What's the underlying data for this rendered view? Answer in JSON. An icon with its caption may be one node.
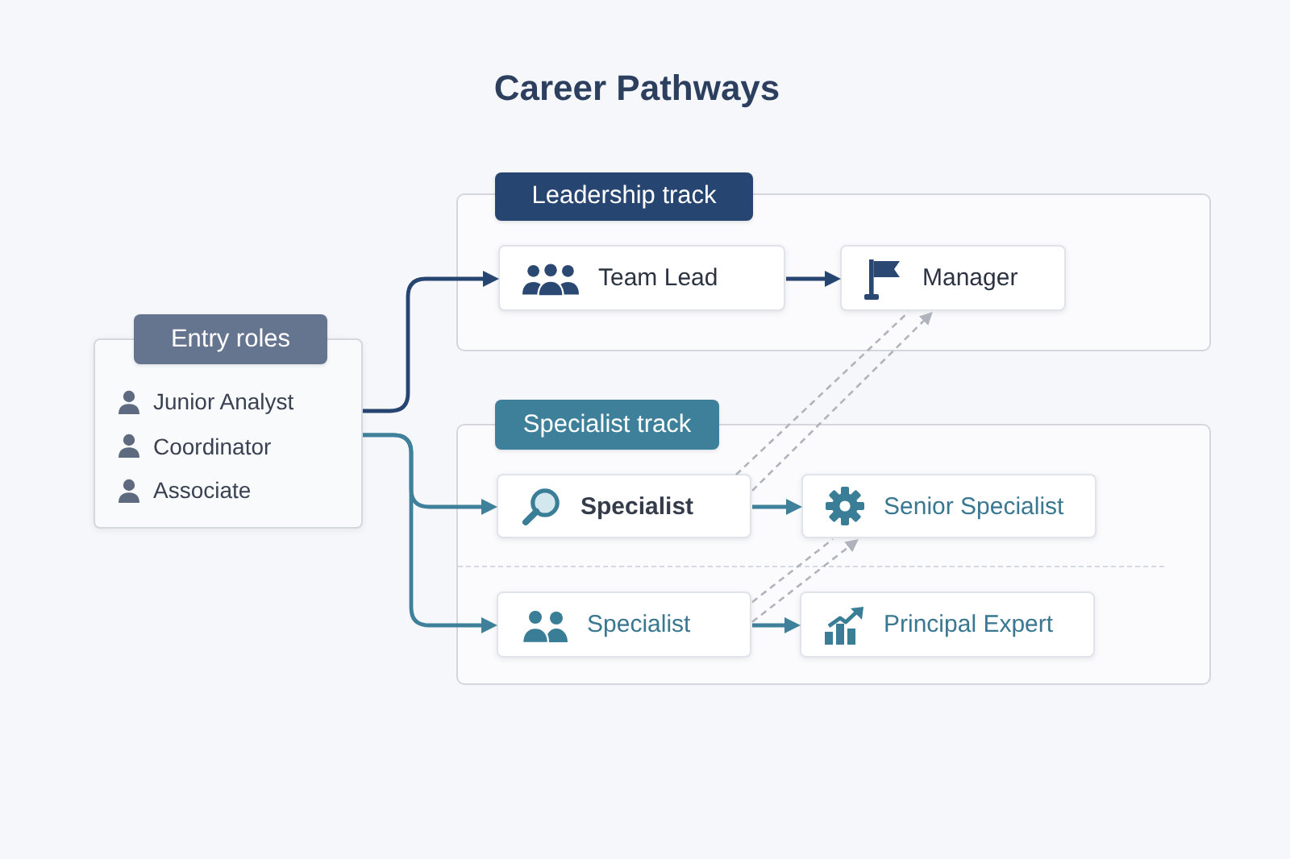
{
  "diagram": {
    "title": "Career Pathways",
    "nodes": [
      {
        "text": [
          "Entry roles",
          "Junior Analyst",
          "Coordinator",
          "Associate"
        ]
      },
      {
        "text": [
          "Leadership track"
        ]
      },
      {
        "text": [
          "Team Lead"
        ],
        "in": 1
      },
      {
        "text": [
          "Manager"
        ],
        "in": 1
      },
      {
        "text": [
          "Specialist track"
        ]
      },
      {
        "text": [
          "Specialist"
        ],
        "in": 4
      },
      {
        "text": [
          "Senior Specialist"
        ],
        "in": 4
      },
      {
        "text": [
          "Specialist"
        ],
        "in": 4
      },
      {
        "text": [
          "Principal Expert"
        ],
        "in": 4
      }
    ],
    "edges": [
      {
        "from": 0,
        "to": 2,
        "arrow": "to",
        "color": "#274571"
      },
      {
        "from": 0,
        "to": 5,
        "arrow": "to"
      },
      {
        "from": 0,
        "to": 7,
        "arrow": "to"
      },
      {
        "from": 2,
        "to": 3,
        "arrow": "to",
        "color": "#274571"
      },
      {
        "from": 5,
        "to": 6,
        "arrow": "to"
      },
      {
        "from": 7,
        "to": 8,
        "arrow": "to"
      },
      {
        "from": 5,
        "to": 3,
        "arrow": "none",
        "style": "dashed",
        "color": "#b0b3bb"
      },
      {
        "from": 5,
        "to": 3,
        "arrow": "to",
        "style": "dashed",
        "color": "#b0b3bb"
      },
      {
        "from": 7,
        "to": 6,
        "arrow": "none",
        "style": "dashed",
        "color": "#b0b3bb"
      },
      {
        "from": 7,
        "to": 6,
        "arrow": "to",
        "style": "dashed",
        "color": "#b0b3bb"
      }
    ]
  }
}
